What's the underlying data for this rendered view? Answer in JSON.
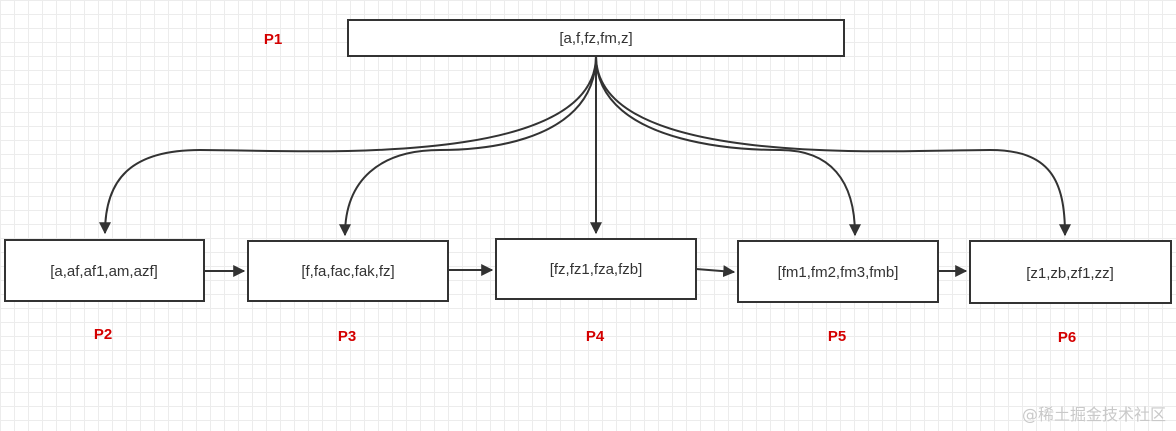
{
  "diagram": {
    "label_color": "#d40000",
    "line_color": "#333333",
    "root": {
      "label": "P1",
      "text": "[a,f,fz,fm,z]"
    },
    "children": [
      {
        "label": "P2",
        "text": "[a,af,af1,am,azf]"
      },
      {
        "label": "P3",
        "text": "[f,fa,fac,fak,fz]"
      },
      {
        "label": "P4",
        "text": "[fz,fz1,fza,fzb]"
      },
      {
        "label": "P5",
        "text": "[fm1,fm2,fm3,fmb]"
      },
      {
        "label": "P6",
        "text": "[z1,zb,zf1,zz]"
      }
    ]
  },
  "watermark": {
    "text": "@稀土掘金技术社区"
  }
}
